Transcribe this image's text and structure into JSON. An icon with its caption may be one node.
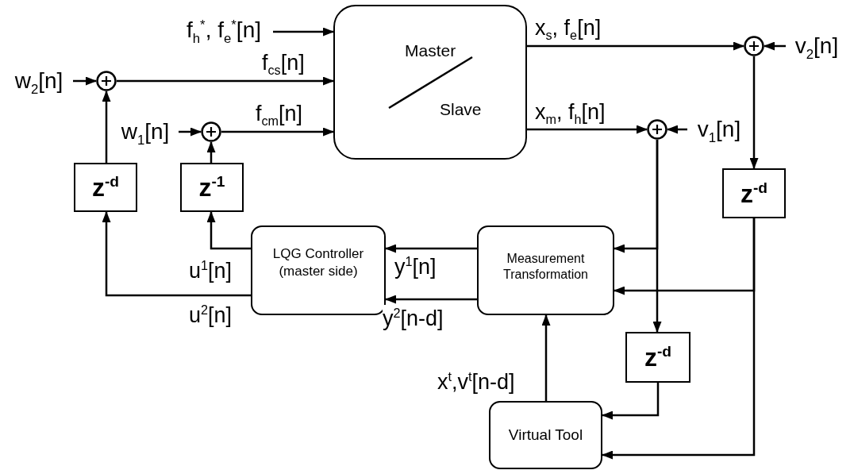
{
  "diagram": {
    "nodes": [
      {
        "text": [
          "Master",
          "Slave"
        ]
      },
      {
        "text": [],
        "shape": "circle"
      },
      {
        "text": [],
        "shape": "circle"
      },
      {
        "text": [],
        "shape": "circle"
      },
      {
        "text": [],
        "shape": "circle"
      },
      {
        "text": [
          "z$^{-d}$"
        ]
      },
      {
        "text": [
          "z$^{-1}$"
        ]
      },
      {
        "text": [
          "z$^{-d}$"
        ]
      },
      {
        "text": [
          "LQG Controller (master side)"
        ]
      },
      {
        "text": [
          "Measurement Transformation"
        ]
      },
      {
        "text": [
          "z$^{-d}$"
        ]
      },
      {
        "text": [
          "Virtual Tool"
        ]
      },
      {
        "text": [
          "f$_{h}$$^{*}$, f$_{e}$$^{*}$[n]"
        ]
      },
      {
        "text": [
          "w$_{2}$[n]"
        ]
      },
      {
        "text": [
          "w$_{1}$[n]"
        ]
      },
      {
        "text": [
          "v$_{2}$[n]"
        ]
      },
      {
        "text": [
          "v$_{1}$[n]"
        ]
      }
    ],
    "edges": [
      {
        "from": 12,
        "to": 0,
        "arrow": "to"
      },
      {
        "from": 13,
        "to": 1,
        "arrow": "to"
      },
      {
        "from": 1,
        "to": 0,
        "arrow": "to",
        "label": "f$_{cs}$[n]"
      },
      {
        "from": 14,
        "to": 2,
        "arrow": "to"
      },
      {
        "from": 2,
        "to": 0,
        "arrow": "to",
        "label": "f$_{cm}$[n]"
      },
      {
        "from": 5,
        "to": 1,
        "arrow": "to"
      },
      {
        "from": 6,
        "to": 2,
        "arrow": "to"
      },
      {
        "from": 0,
        "to": 3,
        "arrow": "to",
        "label": "x$_{s}$, f$_{e}$[n]"
      },
      {
        "from": 15,
        "to": 3,
        "arrow": "to"
      },
      {
        "from": 0,
        "to": 4,
        "arrow": "to",
        "label": "x$_{m}$, f$_{h}$[n]"
      },
      {
        "from": 16,
        "to": 4,
        "arrow": "to"
      },
      {
        "from": 3,
        "to": 7,
        "arrow": "to"
      },
      {
        "from": 8,
        "to": 6,
        "arrow": "to",
        "label": "u$^{1}$[n]"
      },
      {
        "from": 8,
        "to": 5,
        "arrow": "to",
        "label": "u$^{2}$[n]"
      },
      {
        "from": 9,
        "to": 8,
        "arrow": "to",
        "label": "y$^{1}$[n]"
      },
      {
        "from": 9,
        "to": 8,
        "arrow": "to",
        "label": "y$^{2}$[n-d]"
      },
      {
        "from": 4,
        "to": 9,
        "arrow": "to"
      },
      {
        "from": 4,
        "to": 10,
        "arrow": "to"
      },
      {
        "from": 7,
        "to": 9,
        "arrow": "to"
      },
      {
        "from": 7,
        "to": 11,
        "arrow": "to"
      },
      {
        "from": 10,
        "to": 11,
        "arrow": "to"
      },
      {
        "from": 11,
        "to": 9,
        "arrow": "to",
        "label": "x$^{t}$,v$^{t}$[n-d]"
      }
    ]
  }
}
